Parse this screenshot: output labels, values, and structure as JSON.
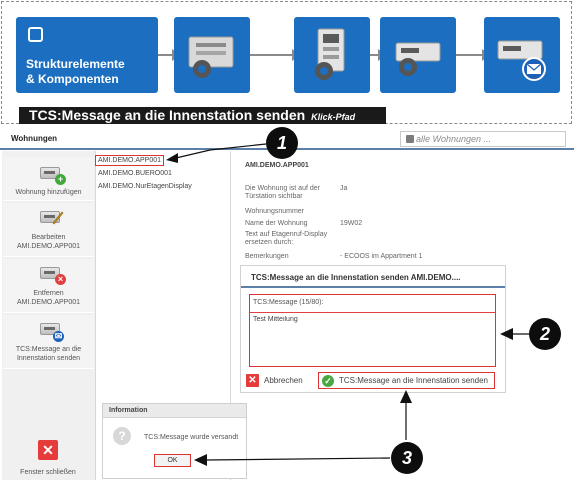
{
  "banner": {
    "step1_title_line1": "Strukturelemente",
    "step1_title_line2": "& Komponenten",
    "title": "TCS:Message an die Innenstation senden",
    "subtitle": "Klick-Pfad"
  },
  "header": {
    "title": "Wohnungen",
    "search_placeholder": "alle Wohnungen ..."
  },
  "sidebar": {
    "add": "Wohnung hinzufügen",
    "edit_line1": "Bearbeiten",
    "edit_line2": "AMI.DEMO.APP001",
    "remove_line1": "Entfernen",
    "remove_line2": "AMI.DEMO.APP001",
    "tcs_line1": "TCS:Message an die",
    "tcs_line2": "Innenstation senden",
    "close": "Fenster schließen"
  },
  "list": {
    "items": [
      "AMI.DEMO.APP001",
      "AMI.DEMO.BUERO001",
      "AMI.DEMO.NurEtagenDisplay"
    ]
  },
  "details": {
    "title": "AMI.DEMO.APP001",
    "rows": [
      {
        "label_line1": "Die Wohnung ist auf der",
        "label_line2": "Türstation sichtbar",
        "value": "Ja"
      },
      {
        "label_line1": "Wohnungsnummer",
        "value": ""
      },
      {
        "label_line1": "Name der Wohnung",
        "value": "19W02"
      },
      {
        "label_line1": "Text auf Etagenruf-Display",
        "label_line2": "ersetzen durch:",
        "value": ""
      },
      {
        "label_line1": "Bemerkungen",
        "value": "- ECOOS im Appartment 1"
      }
    ]
  },
  "dialog": {
    "title": "TCS:Message an die Innenstation senden AMI.DEMO....",
    "message_label": "TCS:Message (15/80):",
    "message_value": "Test Mitteilung",
    "cancel": "Abbrechen",
    "send": "TCS:Message an die Innenstation senden"
  },
  "info": {
    "title": "Information",
    "message": "TCS:Message wurde versandt",
    "ok": "OK"
  },
  "callouts": [
    "1",
    "2",
    "3"
  ],
  "colors": {
    "accent": "#1c6fc0",
    "highlight": "#dd3333",
    "header_line": "#5b7fa6"
  }
}
